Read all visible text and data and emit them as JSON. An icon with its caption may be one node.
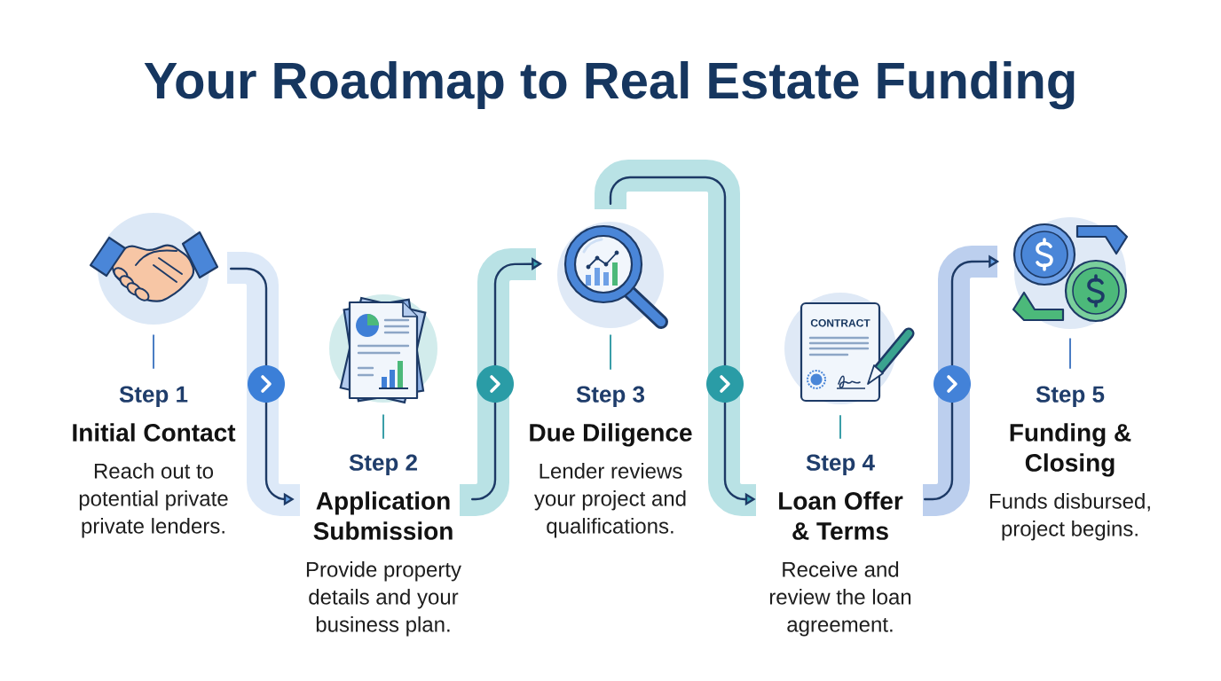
{
  "diagram": {
    "title": "Your Roadmap to Real Estate Funding",
    "nodes": [
      {
        "text": [],
        "shape": "picture"
      },
      {
        "text": [
          "Step 1",
          "Initial Contact",
          "Reach out to potential private private lenders."
        ]
      },
      {
        "text": [],
        "shape": "picture"
      },
      {
        "text": [
          "Step 2",
          "Application Submission",
          "Provide property details and your business plan."
        ]
      },
      {
        "text": [],
        "shape": "picture"
      },
      {
        "text": [
          "Step 3",
          "Due Diligence",
          "Lender reviews your project and qualifications."
        ]
      },
      {
        "text": [
          "CONTRACT"
        ]
      },
      {
        "text": [
          "Step 4",
          "Loan Offer & Terms",
          "Receive and review the loan agreement."
        ]
      },
      {
        "text": [],
        "shape": "picture"
      },
      {
        "text": [
          "Step 5",
          "Funding & Closing",
          "Funds disbursed, project begins."
        ]
      }
    ],
    "edges": [
      {
        "from": 0,
        "to": 1,
        "arrow": "none",
        "color": "#4a7dc4"
      },
      {
        "from": 0,
        "to": 3,
        "arrow": "to"
      },
      {
        "from": 2,
        "to": 3,
        "arrow": "none",
        "color": "#3a9ea8"
      },
      {
        "from": 3,
        "to": 4,
        "arrow": "to"
      },
      {
        "from": 4,
        "to": 5,
        "arrow": "none",
        "color": "#3a9ea8"
      },
      {
        "from": 4,
        "to": 7,
        "arrow": "to"
      },
      {
        "from": 6,
        "to": 7,
        "arrow": "none",
        "color": "#3a9ea8"
      },
      {
        "from": 7,
        "to": 8,
        "arrow": "to"
      },
      {
        "from": 8,
        "to": 9,
        "arrow": "none",
        "color": "#4a7dc4"
      }
    ]
  }
}
